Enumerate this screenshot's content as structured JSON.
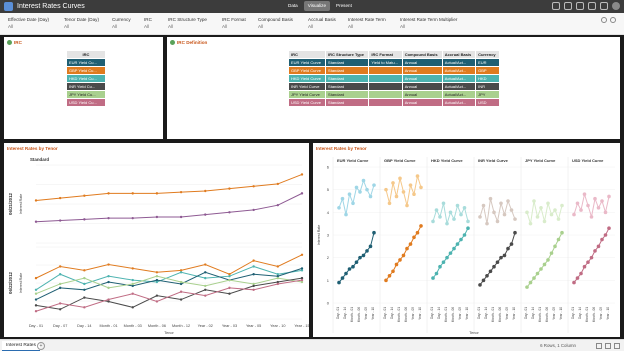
{
  "app": {
    "title": "Interest Rates Curves"
  },
  "nav": {
    "tabs": [
      "Data",
      "Visualize",
      "Present"
    ],
    "active": "Visualize"
  },
  "filters": [
    {
      "label": "Effective Date (Day)",
      "value": "All"
    },
    {
      "label": "Tenor Date (Day)",
      "value": "All"
    },
    {
      "label": "Currency",
      "value": "All"
    },
    {
      "label": "IRC",
      "value": "All"
    },
    {
      "label": "IRC Structure Type",
      "value": "All"
    },
    {
      "label": "IRC Format",
      "value": "All"
    },
    {
      "label": "Compound Basis",
      "value": "All"
    },
    {
      "label": "Accrual Basis",
      "value": "All"
    },
    {
      "label": "Interest Rate Term",
      "value": "All"
    },
    {
      "label": "Interest Rate Term Multiplier",
      "value": "All"
    }
  ],
  "irc_panel": {
    "title": "IRC",
    "header": "IRC",
    "rows": [
      "EUR Yield Cu...",
      "GBP Yield Cu...",
      "HKD Yield Cu...",
      "INR Yield Cu...",
      "JPY Yield Cu...",
      "USD Yield Cu..."
    ],
    "row_colors": [
      "#1f5f73",
      "#e07b1f",
      "#4db3b0",
      "#4a4a4a",
      "#a9d08e",
      "#c06c84"
    ]
  },
  "irc_def_panel": {
    "title": "IRC Definition",
    "headers": [
      "IRC",
      "IRC Structure Type",
      "IRC Format",
      "Compound Basis",
      "Accrual Basis",
      "Currency"
    ],
    "rows": [
      [
        "EUR Yield Curve",
        "Standard",
        "Yield to Matu...",
        "Annual",
        "Actual/Act...",
        "EUR"
      ],
      [
        "GBP Yield Curve",
        "Standard",
        "",
        "Annual",
        "Actual/Act...",
        "GBP"
      ],
      [
        "HKD Yield Curve",
        "Standard",
        "",
        "Annual",
        "Actual/Act...",
        "HKD"
      ],
      [
        "INR Yield Curve",
        "Standard",
        "",
        "Annual",
        "Actual/Act...",
        "INR"
      ],
      [
        "JPY Yield Curve",
        "Standard",
        "",
        "Annual",
        "Actual/Act...",
        "JPY"
      ],
      [
        "USD Yield Curve",
        "Standard",
        "",
        "Annual",
        "Actual/Act...",
        "USD"
      ]
    ]
  },
  "chart_data": [
    {
      "type": "line",
      "title": "Interest Rates by Tenor",
      "subtitle": "Standard",
      "xlabel": "Tenor",
      "ylabel": "Interest Rate",
      "categories": [
        "Day - 01",
        "Day - 07",
        "Day - 14",
        "Month - 01",
        "Month - 03",
        "Month - 06",
        "Month - 12",
        "Year - 02",
        "Year - 03",
        "Year - 05",
        "Year - 10",
        "Year - 15"
      ],
      "facets": [
        {
          "label": "06/21/2012",
          "series": [
            {
              "color": "#e07b1f",
              "values": [
                3.3,
                3.4,
                3.5,
                3.6,
                3.6,
                3.6,
                3.65,
                3.7,
                3.8,
                3.9,
                4.0,
                4.4
              ]
            },
            {
              "color": "#8e5a93",
              "values": [
                2.4,
                2.45,
                2.5,
                2.55,
                2.55,
                2.6,
                2.6,
                2.7,
                2.8,
                2.9,
                3.1,
                3.6
              ]
            }
          ]
        },
        {
          "label": "06/22/2012",
          "series": [
            {
              "color": "#e07b1f",
              "values": [
                2.6,
                3.2,
                3.0,
                3.3,
                3.1,
                2.9,
                3.0,
                3.3,
                2.8,
                3.5,
                3.2,
                3.8
              ]
            },
            {
              "color": "#4db3b0",
              "values": [
                2.0,
                2.8,
                2.3,
                2.7,
                2.5,
                2.4,
                2.9,
                2.6,
                2.7,
                3.2,
                2.8,
                3.0
              ]
            },
            {
              "color": "#1f5f73",
              "values": [
                1.5,
                2.1,
                2.0,
                2.4,
                2.2,
                2.5,
                2.3,
                2.9,
                2.5,
                2.8,
                2.7,
                3.1
              ]
            },
            {
              "color": "#a9d08e",
              "values": [
                1.8,
                2.3,
                2.6,
                2.1,
                2.3,
                2.7,
                2.4,
                2.2,
                2.5,
                2.3,
                2.6,
                2.4
              ]
            },
            {
              "color": "#4a4a4a",
              "values": [
                1.2,
                1.0,
                1.6,
                1.4,
                1.1,
                1.7,
                1.5,
                2.0,
                1.8,
                2.2,
                2.4,
                2.6
              ]
            },
            {
              "color": "#c06c84",
              "values": [
                0.9,
                1.3,
                1.1,
                1.5,
                1.8,
                1.4,
                1.9,
                1.7,
                2.1,
                2.0,
                2.3,
                2.5
              ]
            }
          ]
        }
      ]
    },
    {
      "type": "line",
      "title": "Interest Rates by Tenor",
      "ylabel": "Interest Rate",
      "xlabel": "Tenor",
      "ylim": [
        0,
        6
      ],
      "yticks": [
        "0",
        "1",
        "2",
        "3",
        "4",
        "5",
        "6"
      ],
      "tick_labels": [
        "Day - 01",
        "Day - 14",
        "Month - 01",
        "Month - 06",
        "Year - 05",
        "Year - 10"
      ],
      "facets": [
        {
          "label": "EUR Yield Curve",
          "color": "#1f5f73",
          "light": "#9fd6e6",
          "dark": [
            0.9,
            1.1,
            1.3,
            1.5,
            1.6,
            1.8,
            2.0,
            2.1,
            2.3,
            2.5,
            3.1
          ],
          "light_values": [
            4.2,
            4.6,
            3.9,
            4.8,
            4.4,
            5.1,
            4.9,
            5.4,
            5.0,
            4.7,
            5.2
          ]
        },
        {
          "label": "GBP Yield Curve",
          "color": "#e07b1f",
          "light": "#f5c88a",
          "dark": [
            1.0,
            1.2,
            1.4,
            1.7,
            1.9,
            2.1,
            2.4,
            2.6,
            2.9,
            3.1,
            3.4
          ],
          "light_values": [
            5.0,
            4.4,
            5.3,
            4.7,
            5.5,
            4.9,
            4.3,
            5.2,
            4.8,
            5.6,
            5.1
          ]
        },
        {
          "label": "HKD Yield Curve",
          "color": "#4db3b0",
          "light": "#a8dcdb",
          "dark": [
            1.1,
            1.3,
            1.6,
            1.8,
            2.0,
            2.2,
            2.4,
            2.6,
            2.8,
            3.0,
            3.3
          ],
          "light_values": [
            3.6,
            4.1,
            3.8,
            4.4,
            3.5,
            4.0,
            3.7,
            4.3,
            3.9,
            4.2,
            3.6
          ]
        },
        {
          "label": "INR Yield Curve",
          "color": "#4a4a4a",
          "light": "#d6c8c0",
          "dark": [
            0.8,
            1.0,
            1.2,
            1.4,
            1.6,
            1.8,
            2.0,
            2.1,
            2.4,
            2.6,
            3.1
          ],
          "light_values": [
            3.8,
            4.3,
            3.5,
            4.6,
            4.0,
            3.6,
            4.4,
            3.9,
            4.5,
            4.1,
            3.7
          ]
        },
        {
          "label": "JPY Yield Curve",
          "color": "#a9d08e",
          "light": "#d9eccb",
          "dark": [
            0.7,
            0.9,
            1.1,
            1.3,
            1.5,
            1.7,
            1.9,
            2.2,
            2.5,
            2.8,
            3.1
          ],
          "light_values": [
            4.0,
            3.5,
            4.5,
            3.8,
            4.2,
            3.6,
            4.4,
            3.9,
            4.1,
            3.7,
            4.3
          ]
        },
        {
          "label": "USD Yield Curve",
          "color": "#c06c84",
          "light": "#eab9c8",
          "dark": [
            0.9,
            1.1,
            1.3,
            1.6,
            1.8,
            2.0,
            2.3,
            2.5,
            2.8,
            3.0,
            3.3
          ],
          "light_values": [
            3.9,
            4.4,
            4.1,
            4.8,
            4.3,
            3.8,
            4.6,
            4.2,
            4.5,
            4.0,
            4.7
          ]
        }
      ]
    }
  ],
  "status": {
    "text": "6 Rows, 1 Column"
  },
  "sheet": {
    "tab": "Interest Rates",
    "add_symbol": "+"
  }
}
